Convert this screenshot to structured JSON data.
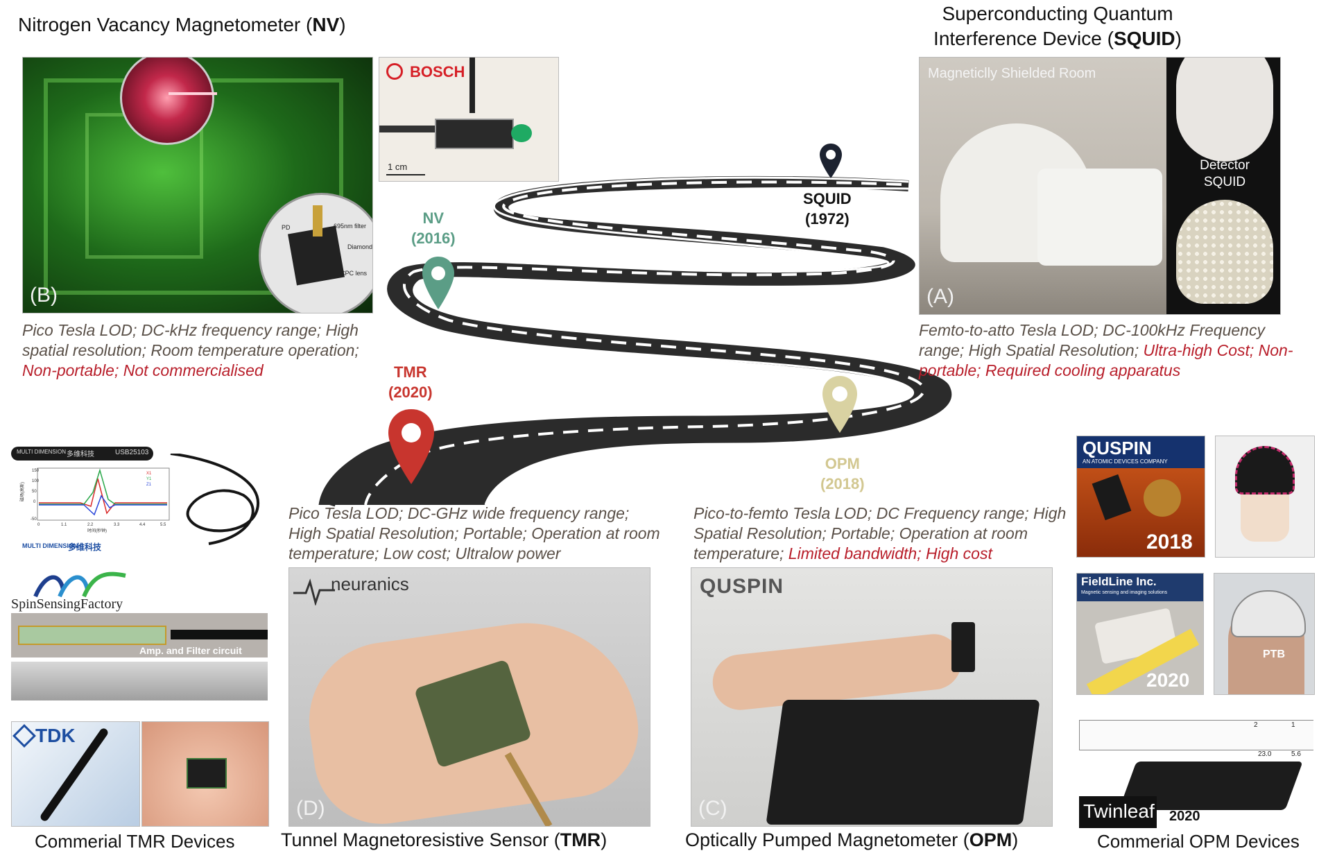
{
  "squid": {
    "title_line1": "Superconducting Quantum",
    "title_line2": "Interference Device (",
    "title_abbr": "SQUID",
    "title_close": ")",
    "photo_label": "(A)",
    "room_label": "Magneticlly Shielded Room",
    "detector_label": "Detector SQUID",
    "desc_normal": "Femto-to-atto Tesla LOD; DC-100kHz Frequency range; High Spatial Resolution; ",
    "desc_red": "Ultra-high Cost; Non-portable; Required cooling apparatus",
    "marker_name": "SQUID",
    "marker_year": "(1972)",
    "marker_color": "#1c2230"
  },
  "nv": {
    "title_text": "Nitrogen Vacancy Magnetometer (",
    "title_abbr": "NV",
    "title_close": ")",
    "photo_label": "(B)",
    "inset_labels": [
      "PD",
      "695nm filter",
      "Diamond",
      "CPC lens"
    ],
    "bosch_label": "BOSCH",
    "scale_label": "1 cm",
    "desc_normal": "Pico Tesla LOD; DC-kHz frequency range; High spatial resolution; Room temperature operation; ",
    "desc_red": "Non-portable; Not commercialised",
    "marker_name": "NV",
    "marker_year": "(2016)",
    "marker_color": "#5b9d86"
  },
  "tmr": {
    "marker_name": "TMR",
    "marker_year": "(2020)",
    "marker_color": "#c8352e",
    "desc": "Pico Tesla LOD; DC-GHz wide frequency range; High Spatial Resolution; Portable; Operation at room temperature; Low cost; Ultralow power",
    "photo_label": "(D)",
    "brand": "neuranics",
    "caption_text": "Tunnel Magnetoresistive Sensor (",
    "caption_abbr": "TMR",
    "caption_close": ")"
  },
  "opm": {
    "marker_name": "OPM",
    "marker_year": "(2018)",
    "marker_color": "#d9d2a2",
    "desc_normal": "Pico-to-femto Tesla LOD; DC Frequency range; High Spatial Resolution; Portable; Operation at room temperature; ",
    "desc_red": "Limited bandwidth; High cost",
    "photo_label": "(C)",
    "brand": "QUSPIN",
    "caption_text": "Optically Pumped Magnetometer (",
    "caption_abbr": "OPM",
    "caption_close": ")"
  },
  "commercial_tmr": {
    "caption": "Commerial TMR Devices",
    "usb_model": "USB25103",
    "multi_brand": "MULTI DIMENSION",
    "cn_brand": "多维科技",
    "chart_legend": [
      "X1",
      "Y1",
      "Z1"
    ],
    "chart_xlabel": "时间(秒钟)",
    "chart_ylabel": "磁场(高斯)",
    "chart_yticks": [
      "150",
      "100",
      "50",
      "0",
      "-50"
    ],
    "chart_xticks": [
      "0",
      "1.1",
      "2.2",
      "3.3",
      "4.4",
      "5.5"
    ],
    "ssf_brand": "SpinSensingFactory",
    "amp_label": "Amp. and Filter circuit",
    "tdk_brand": "TDK"
  },
  "commercial_opm": {
    "caption": "Commerial OPM Devices",
    "quspin_brand": "QUSPIN",
    "quspin_tagline": "AN ATOMIC DEVICES COMPANY",
    "year_quspin": "2018",
    "fieldline_brand": "FieldLine Inc.",
    "fieldline_tagline": "Magnetic sensing and imaging solutions",
    "year_fieldline": "2020",
    "ptb_label": "PTB",
    "twinleaf_brand": "Twinleaf",
    "year_twinleaf": "2020",
    "dim_labels": [
      "2",
      "1",
      "23.0",
      "5.6"
    ]
  }
}
